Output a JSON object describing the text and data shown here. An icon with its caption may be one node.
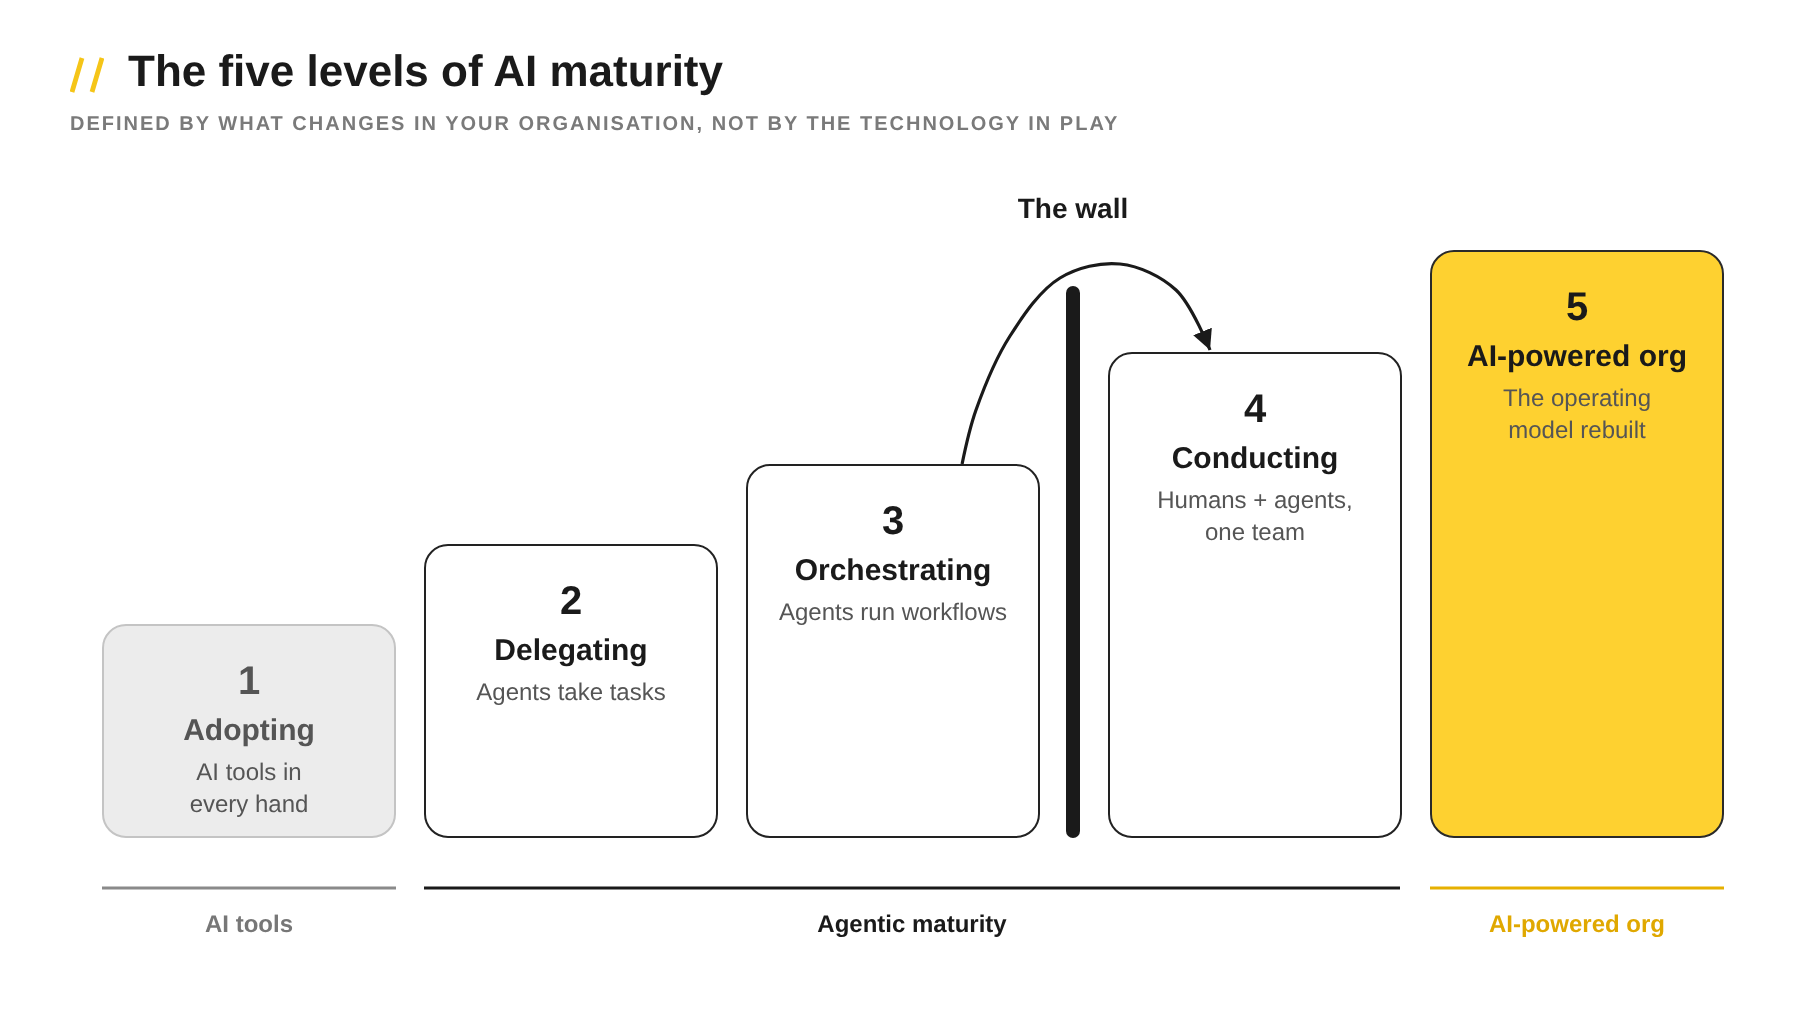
{
  "diagram": {
    "title": "The five levels of AI maturity",
    "nodes": [
      {
        "text": [
          "1",
          "Adopting",
          "AI tools in every hand"
        ]
      },
      {
        "text": [
          "2",
          "Delegating",
          "Agents take tasks"
        ]
      },
      {
        "text": [
          "3",
          "Orchestrating",
          "Agents run workflows"
        ]
      },
      {
        "text": [
          "The wall"
        ]
      },
      {
        "text": [
          "4",
          "Conducting",
          "Humans + agents, one team"
        ]
      },
      {
        "text": [
          "5",
          "AI-powered org",
          "The operating model rebuilt"
        ]
      }
    ],
    "edges": [
      {
        "from": 2,
        "to": 4,
        "arrow": "to"
      }
    ],
    "labels": [
      "DEFINED BY WHAT CHANGES IN YOUR ORGANISATION, NOT BY THE TECHNOLOGY IN PLAY",
      "AI tools",
      "Agentic maturity",
      "AI-powered org"
    ]
  }
}
